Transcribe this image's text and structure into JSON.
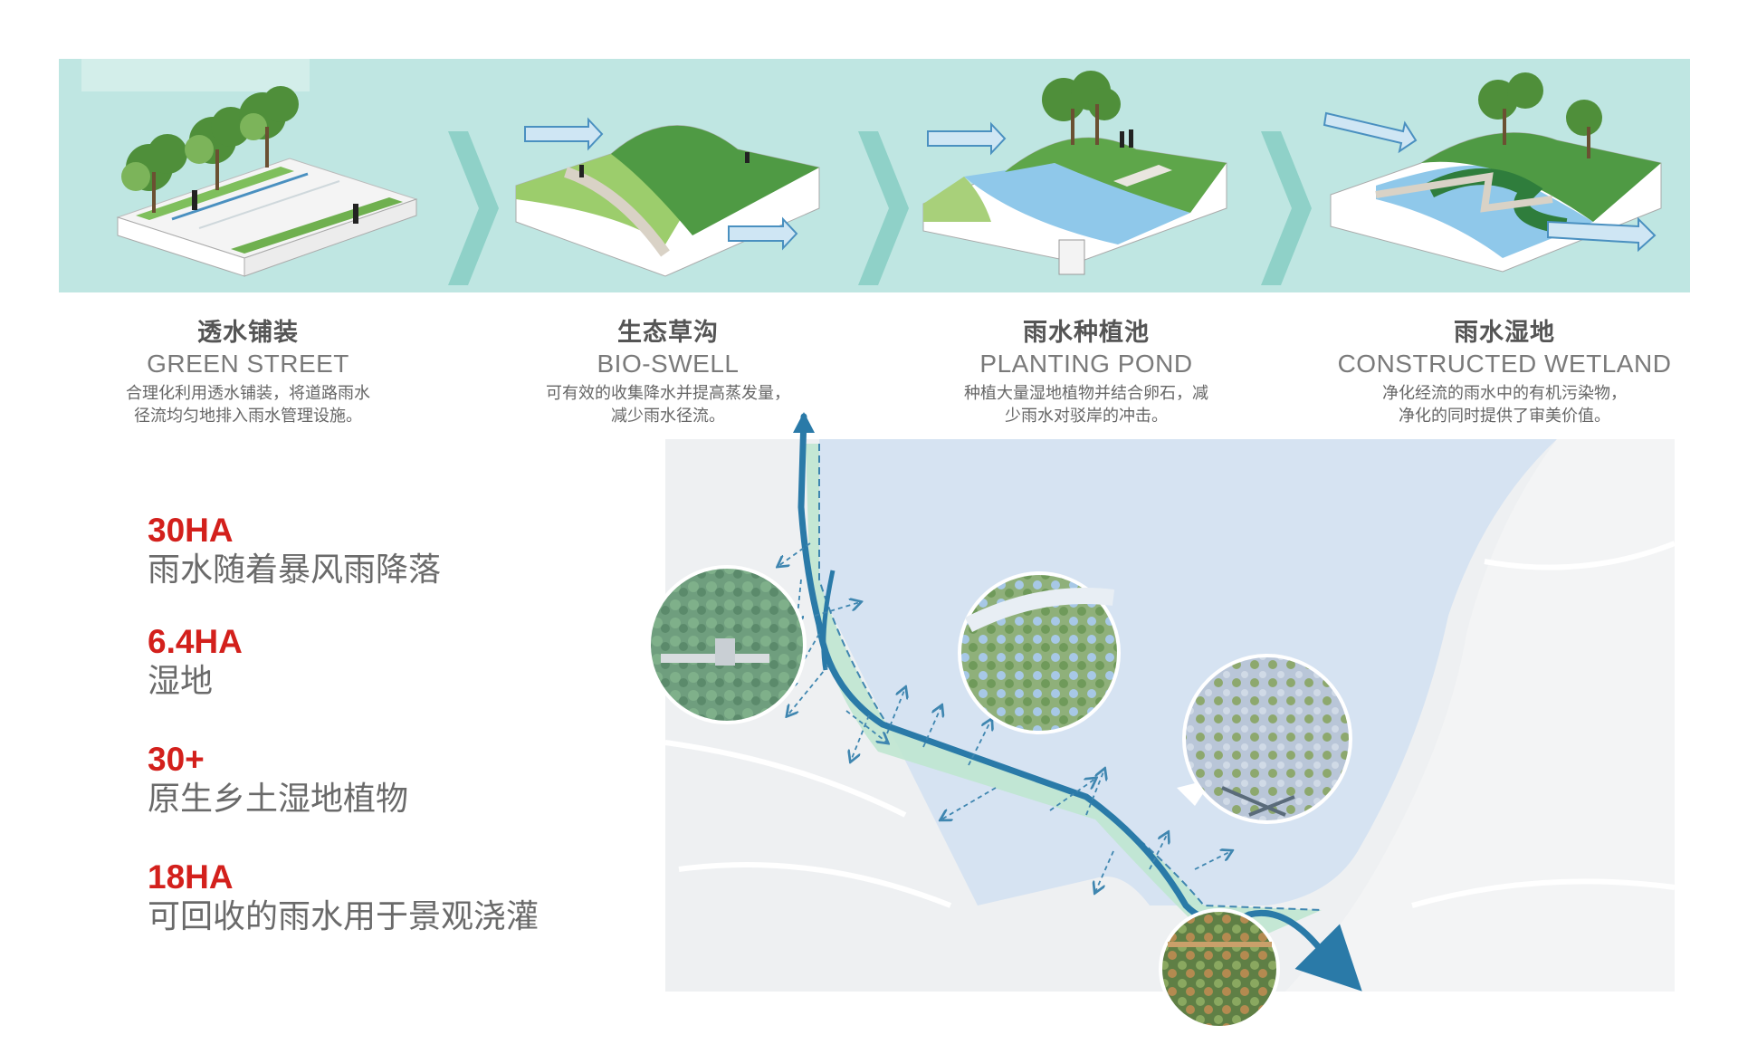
{
  "panels": [
    {
      "title_zh": "透水铺装",
      "title_en": "GREEN STREET",
      "desc": [
        "合理化利用透水铺装，将道路雨水",
        "径流均匀地排入雨水管理设施。"
      ]
    },
    {
      "title_zh": "生态草沟",
      "title_en": "BIO-SWELL",
      "desc": [
        "可有效的收集降水并提高蒸发量，",
        "减少雨水径流。"
      ]
    },
    {
      "title_zh": "雨水种植池",
      "title_en": "PLANTING POND",
      "desc": [
        "种植大量湿地植物并结合卵石，减",
        "少雨水对驳岸的冲击。"
      ]
    },
    {
      "title_zh": "雨水湿地",
      "title_en": "CONSTRUCTED WETLAND",
      "desc": [
        "净化经流的雨水中的有机污染物，",
        "净化的同时提供了审美价值。"
      ]
    }
  ],
  "stats": [
    {
      "value": "30HA",
      "label": "雨水随着暴风雨降落"
    },
    {
      "value": "6.4HA",
      "label": "湿地"
    },
    {
      "value": "30+",
      "label": "原生乡土湿地植物"
    },
    {
      "value": "18HA",
      "label": "可回收的雨水用于景观浇灌"
    }
  ],
  "colors": {
    "band": "#bfe6e2",
    "stat_value": "#d3201c",
    "river": "#2a7aa8",
    "lake": "#d6e3f2",
    "wetland": "#bfe5d0"
  }
}
